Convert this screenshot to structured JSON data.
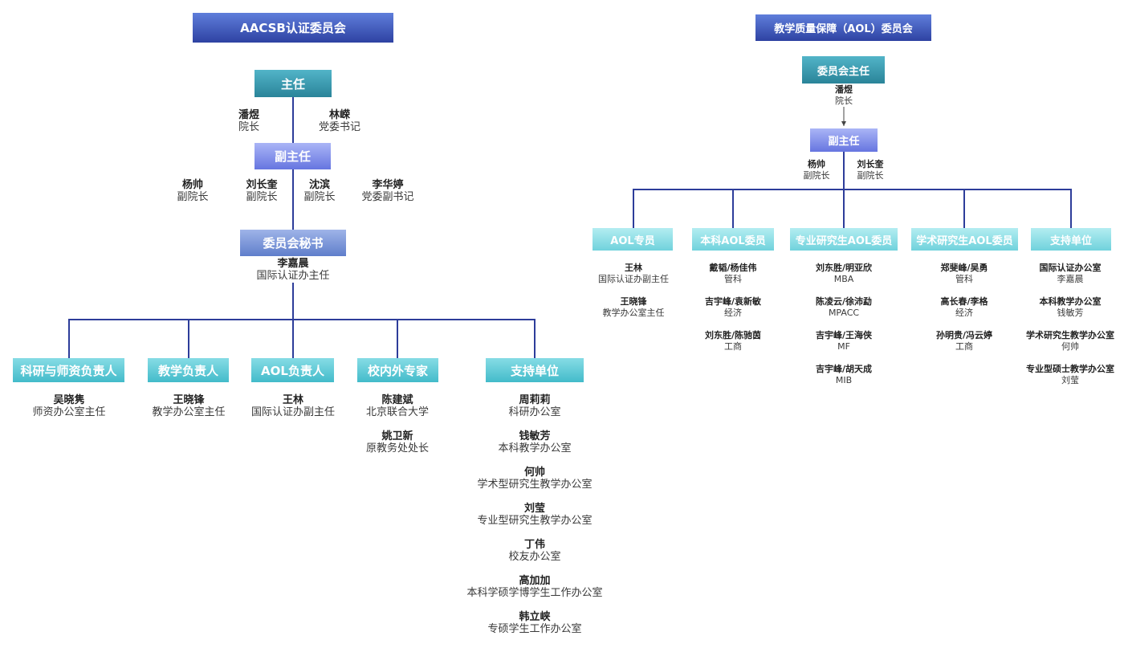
{
  "colors": {
    "line": "#2d3d9a",
    "arrow": "#444444",
    "text_name": "#222222",
    "text_role": "#3a3a3a",
    "title_top": "#5f7edb",
    "title_bottom": "#2e42a2",
    "director_top": "#52b4c8",
    "director_bottom": "#2a8499",
    "deputy_top": "#aab5f6",
    "deputy_bottom": "#6675e0",
    "secretary_top": "#9fb4e8",
    "secretary_bottom": "#5f7ecb",
    "branch_top": "#86dce5",
    "branch_bottom": "#43bbca",
    "aol_branch_top": "#b3edf1",
    "aol_branch_bottom": "#70d2dc"
  },
  "left": {
    "title": "AACSB认证委员会",
    "director": {
      "label": "主任",
      "people": [
        {
          "name": "潘煜",
          "role": "院长"
        },
        {
          "name": "林嵘",
          "role": "党委书记"
        }
      ]
    },
    "deputy": {
      "label": "副主任",
      "people": [
        {
          "name": "杨帅",
          "role": "副院长"
        },
        {
          "name": "刘长奎",
          "role": "副院长"
        },
        {
          "name": "沈滨",
          "role": "副院长"
        },
        {
          "name": "李华婷",
          "role": "党委副书记"
        }
      ]
    },
    "secretary": {
      "label": "委员会秘书",
      "people": [
        {
          "name": "李嘉晨",
          "role": "国际认证办主任"
        }
      ]
    },
    "branches": [
      {
        "label": "科研与师资负责人",
        "people": [
          {
            "name": "吴晓隽",
            "role": "师资办公室主任"
          }
        ]
      },
      {
        "label": "教学负责人",
        "people": [
          {
            "name": "王晓锋",
            "role": "教学办公室主任"
          }
        ]
      },
      {
        "label": "AOL负责人",
        "people": [
          {
            "name": "王林",
            "role": "国际认证办副主任"
          }
        ]
      },
      {
        "label": "校内外专家",
        "people": [
          {
            "name": "陈建斌",
            "role": "北京联合大学"
          },
          {
            "name": "姚卫新",
            "role": "原教务处处长"
          }
        ]
      },
      {
        "label": "支持单位",
        "people": [
          {
            "name": "周莉莉",
            "role": "科研办公室"
          },
          {
            "name": "钱敏芳",
            "role": "本科教学办公室"
          },
          {
            "name": "何帅",
            "role": "学术型研究生教学办公室"
          },
          {
            "name": "刘莹",
            "role": "专业型研究生教学办公室"
          },
          {
            "name": "丁伟",
            "role": "校友办公室"
          },
          {
            "name": "高加加",
            "role": "本科学硕学博学生工作办公室"
          },
          {
            "name": "韩立峡",
            "role": "专硕学生工作办公室"
          }
        ]
      }
    ]
  },
  "right": {
    "title": "教学质量保障（AOL）委员会",
    "director": {
      "label": "委员会主任",
      "people": [
        {
          "name": "潘煜",
          "role": "院长"
        }
      ]
    },
    "deputy": {
      "label": "副主任",
      "people": [
        {
          "name": "杨帅",
          "role": "副院长"
        },
        {
          "name": "刘长奎",
          "role": "副院长"
        }
      ]
    },
    "branches": [
      {
        "label": "AOL专员",
        "people": [
          {
            "name": "王林",
            "role": "国际认证办副主任"
          },
          {
            "name": "王晓锋",
            "role": "教学办公室主任"
          }
        ]
      },
      {
        "label": "本科AOL委员",
        "people": [
          {
            "members": "戴韬/杨佳伟",
            "program": "管科"
          },
          {
            "members": "吉宇峰/袁新敏",
            "program": "经济"
          },
          {
            "members": "刘东胜/陈驰茵",
            "program": "工商"
          }
        ]
      },
      {
        "label": "专业研究生AOL委员",
        "people": [
          {
            "members": "刘东胜/明亚欣",
            "program": "MBA"
          },
          {
            "members": "陈凌云/徐沛勐",
            "program": "MPACC"
          },
          {
            "members": "吉宇峰/王海侠",
            "program": "MF"
          },
          {
            "members": "吉宇峰/胡天成",
            "program": "MIB"
          }
        ]
      },
      {
        "label": "学术研究生AOL委员",
        "people": [
          {
            "members": "郑斐峰/吴勇",
            "program": "管科"
          },
          {
            "members": "高长春/李格",
            "program": "经济"
          },
          {
            "members": "孙明贵/冯云婷",
            "program": "工商"
          }
        ]
      },
      {
        "label": "支持单位",
        "people": [
          {
            "office": "国际认证办公室",
            "contact": "李嘉晨"
          },
          {
            "office": "本科教学办公室",
            "contact": "钱敏芳"
          },
          {
            "office": "学术研究生教学办公室",
            "contact": "何帅"
          },
          {
            "office": "专业型硕士教学办公室",
            "contact": "刘莹"
          }
        ]
      }
    ]
  }
}
